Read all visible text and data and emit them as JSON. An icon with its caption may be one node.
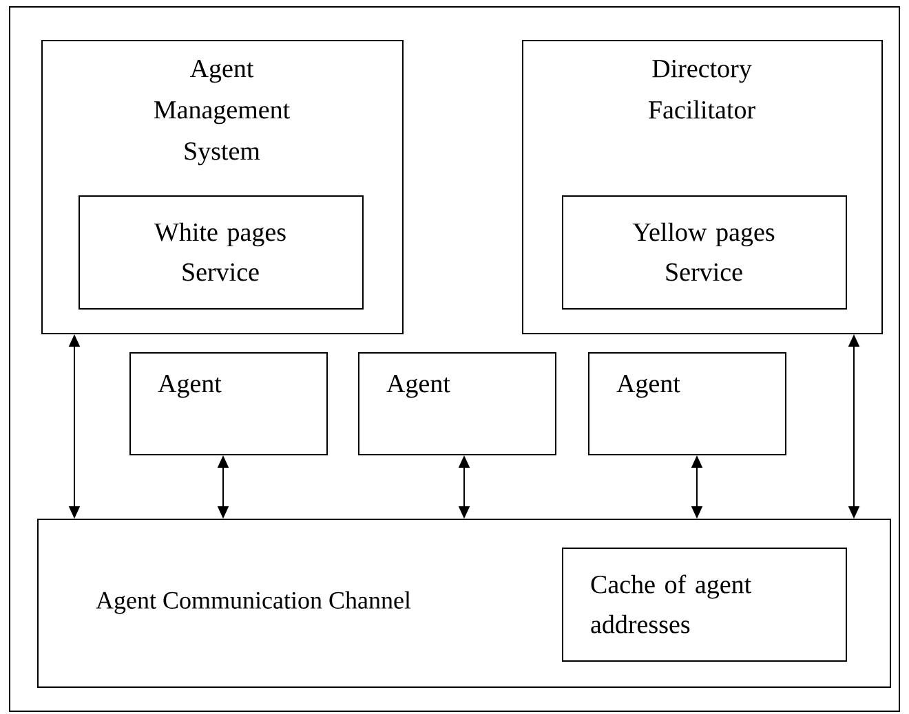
{
  "diagram": {
    "nodes": [
      {
        "text": [
          "Agent Management System"
        ]
      },
      {
        "text": [
          "White pages Service"
        ],
        "in": 0
      },
      {
        "text": [
          "Directory Facilitator"
        ]
      },
      {
        "text": [
          "Yellow pages Service"
        ],
        "in": 2
      },
      {
        "text": [
          "Agent"
        ]
      },
      {
        "text": [
          "Agent"
        ]
      },
      {
        "text": [
          "Agent"
        ]
      },
      {
        "text": [
          "Agent Communication Channel"
        ]
      },
      {
        "text": [
          "Cache of agent addresses"
        ],
        "in": 7
      }
    ],
    "edges": [
      {
        "from": 0,
        "to": 7,
        "arrow": "both"
      },
      {
        "from": 4,
        "to": 7,
        "arrow": "both"
      },
      {
        "from": 5,
        "to": 7,
        "arrow": "both"
      },
      {
        "from": 6,
        "to": 7,
        "arrow": "both"
      },
      {
        "from": 2,
        "to": 7,
        "arrow": "both"
      }
    ]
  }
}
